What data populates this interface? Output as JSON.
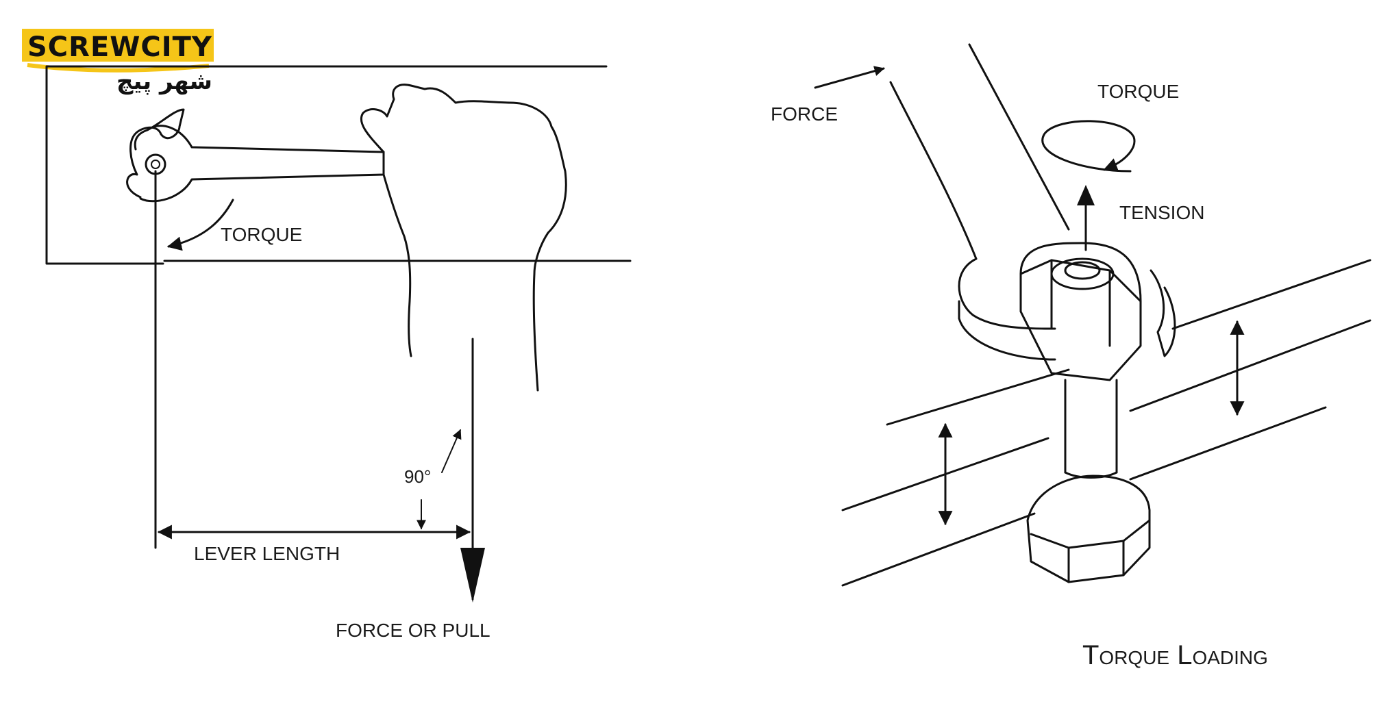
{
  "logo": {
    "text": "SCREWCITY",
    "arabic": "شهر پیچ",
    "color": "#f5c518"
  },
  "left_diagram": {
    "torque": "TORQUE",
    "angle": "90°",
    "lever_length": "LEVER LENGTH",
    "force_or_pull": "FORCE OR PULL"
  },
  "right_diagram": {
    "force": "FORCE",
    "torque": "TORQUE",
    "tension": "TENSION",
    "caption": "Torque Loading"
  },
  "colors": {
    "ink": "#111111",
    "background": "#ffffff",
    "logo_bg": "#f5c518"
  }
}
